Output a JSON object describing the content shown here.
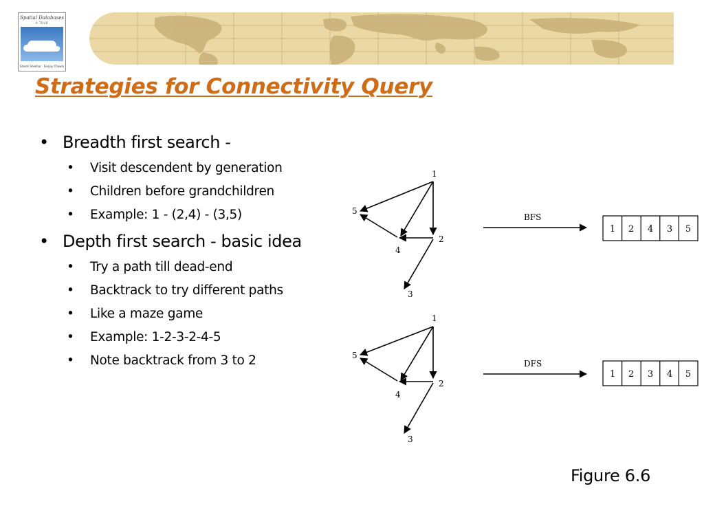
{
  "book": {
    "title": "Spatial Databases",
    "subtitle": "A TOUR",
    "authors": "Shashi Shekhar · Sanjay Chawla"
  },
  "slide": {
    "title": "Strategies for Connectivity Query",
    "bullets": [
      {
        "text": "Breadth first search -",
        "children": [
          "Visit descendent by generation",
          "Children before grandchildren",
          "Example: 1 - (2,4) - (3,5)"
        ]
      },
      {
        "text": "Depth first search - basic idea",
        "children": [
          "Try a path till dead-end",
          "Backtrack to try different paths",
          "Like a maze game",
          "Example: 1-2-3-2-4-5",
          "Note backtrack from 3 to 2"
        ]
      }
    ]
  },
  "figure": {
    "caption": "Figure 6.6",
    "graph_nodes": [
      "1",
      "2",
      "3",
      "4",
      "5"
    ],
    "bfs": {
      "label": "BFS",
      "order": [
        "1",
        "2",
        "4",
        "3",
        "5"
      ]
    },
    "dfs": {
      "label": "DFS",
      "order": [
        "1",
        "2",
        "3",
        "4",
        "5"
      ]
    }
  },
  "colors": {
    "title": "#d06c16",
    "banner": "#ead9a5",
    "map_land": "#c9b27a"
  }
}
